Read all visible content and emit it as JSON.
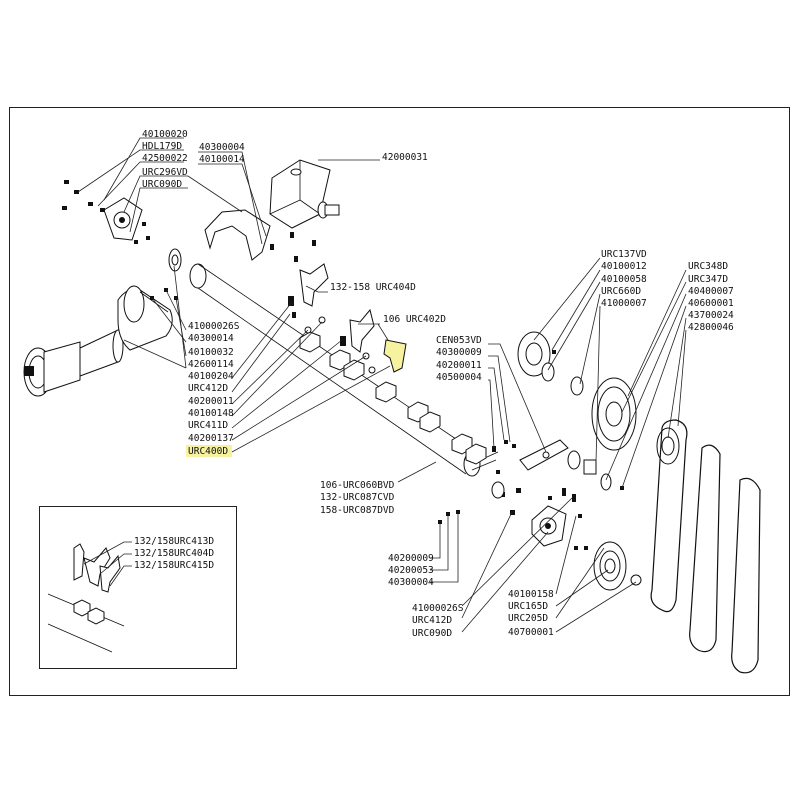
{
  "colors": {
    "highlight": "#f6f2a0",
    "line": "#111111",
    "background": "#ffffff"
  },
  "labels": {
    "l40100020": "40100020",
    "lHDL179D": "HDL179D",
    "l42500022": "42500022",
    "lURC296VD": "URC296VD",
    "lURC090D_a": "URC090D",
    "l40300004_a": "40300004",
    "l40100014": "40100014",
    "l42000031": "42000031",
    "l132_158_URC404D": "132-158 URC404D",
    "l106_URC402D": "106 URC402D",
    "l41000026S_a": "41000026S",
    "l40300014": "40300014",
    "l40100032": "40100032",
    "l42600114": "42600114",
    "l40100204": "40100204",
    "lURC412D_a": "URC412D",
    "l40200011_a": "40200011",
    "l40100148": "40100148",
    "lURC411D": "URC411D",
    "l40200137": "40200137",
    "lURC400D": "URC400D",
    "lCEN053VD": "CEN053VD",
    "l40300009": "40300009",
    "l40200011_b": "40200011",
    "l40500004": "40500004",
    "lURC137VD": "URC137VD",
    "l40100012": "40100012",
    "l40100058": "40100058",
    "lURC660D": "URC660D",
    "l41000007": "41000007",
    "lURC348D": "URC348D",
    "lURC347D": "URC347D",
    "l40400007": "40400007",
    "l40600001": "40600001",
    "l43700024": "43700024",
    "l42800046": "42800046",
    "l106_URC060BVD": "106-URC060BVD",
    "l132_URC087CVD": "132-URC087CVD",
    "l158_URC087DVD": "158-URC087DVD",
    "l40200009": "40200009",
    "l40200053": "40200053",
    "l40300004_b": "40300004",
    "l41000026S_b": "41000026S",
    "lURC412D_b": "URC412D",
    "lURC090D_b": "URC090D",
    "l40100158": "40100158",
    "lURC165D": "URC165D",
    "lURC205D": "URC205D",
    "l40700001": "40700001",
    "lInset413": "132/158URC413D",
    "lInset404": "132/158URC404D",
    "lInset415": "132/158URC415D"
  }
}
